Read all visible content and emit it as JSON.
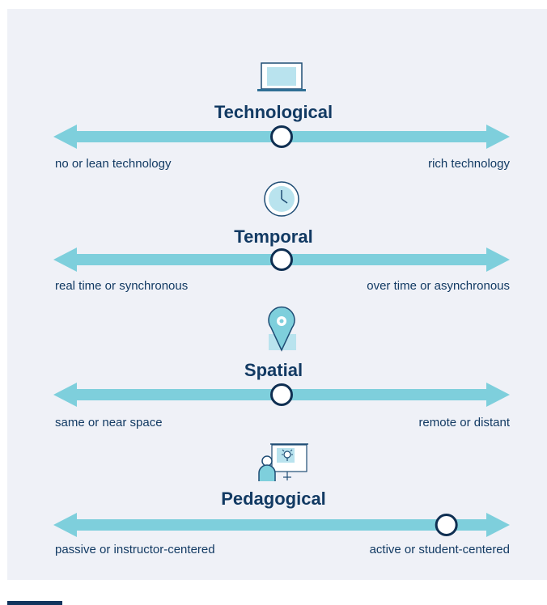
{
  "colors": {
    "panel_background": "#eff1f7",
    "arrow": "#7ecfdc",
    "text": "#123a63",
    "marker_outline": "#0f2f52",
    "marker_fill": "#ffffff",
    "icon_light": "#b9e3ee"
  },
  "dimensions": [
    {
      "title": "Technological",
      "icon": "laptop-icon",
      "left_label": "no or lean technology",
      "right_label": "rich technology",
      "position": 0.5
    },
    {
      "title": "Temporal",
      "icon": "clock-icon",
      "left_label": "real time or synchronous",
      "right_label": "over time or asynchronous",
      "position": 0.5
    },
    {
      "title": "Spatial",
      "icon": "location-pin-icon",
      "left_label": "same or near space",
      "right_label": "remote or distant",
      "position": 0.5
    },
    {
      "title": "Pedagogical",
      "icon": "presentation-icon",
      "left_label": "passive or instructor-centered",
      "right_label": "active or student-centered",
      "position": 0.88
    }
  ]
}
